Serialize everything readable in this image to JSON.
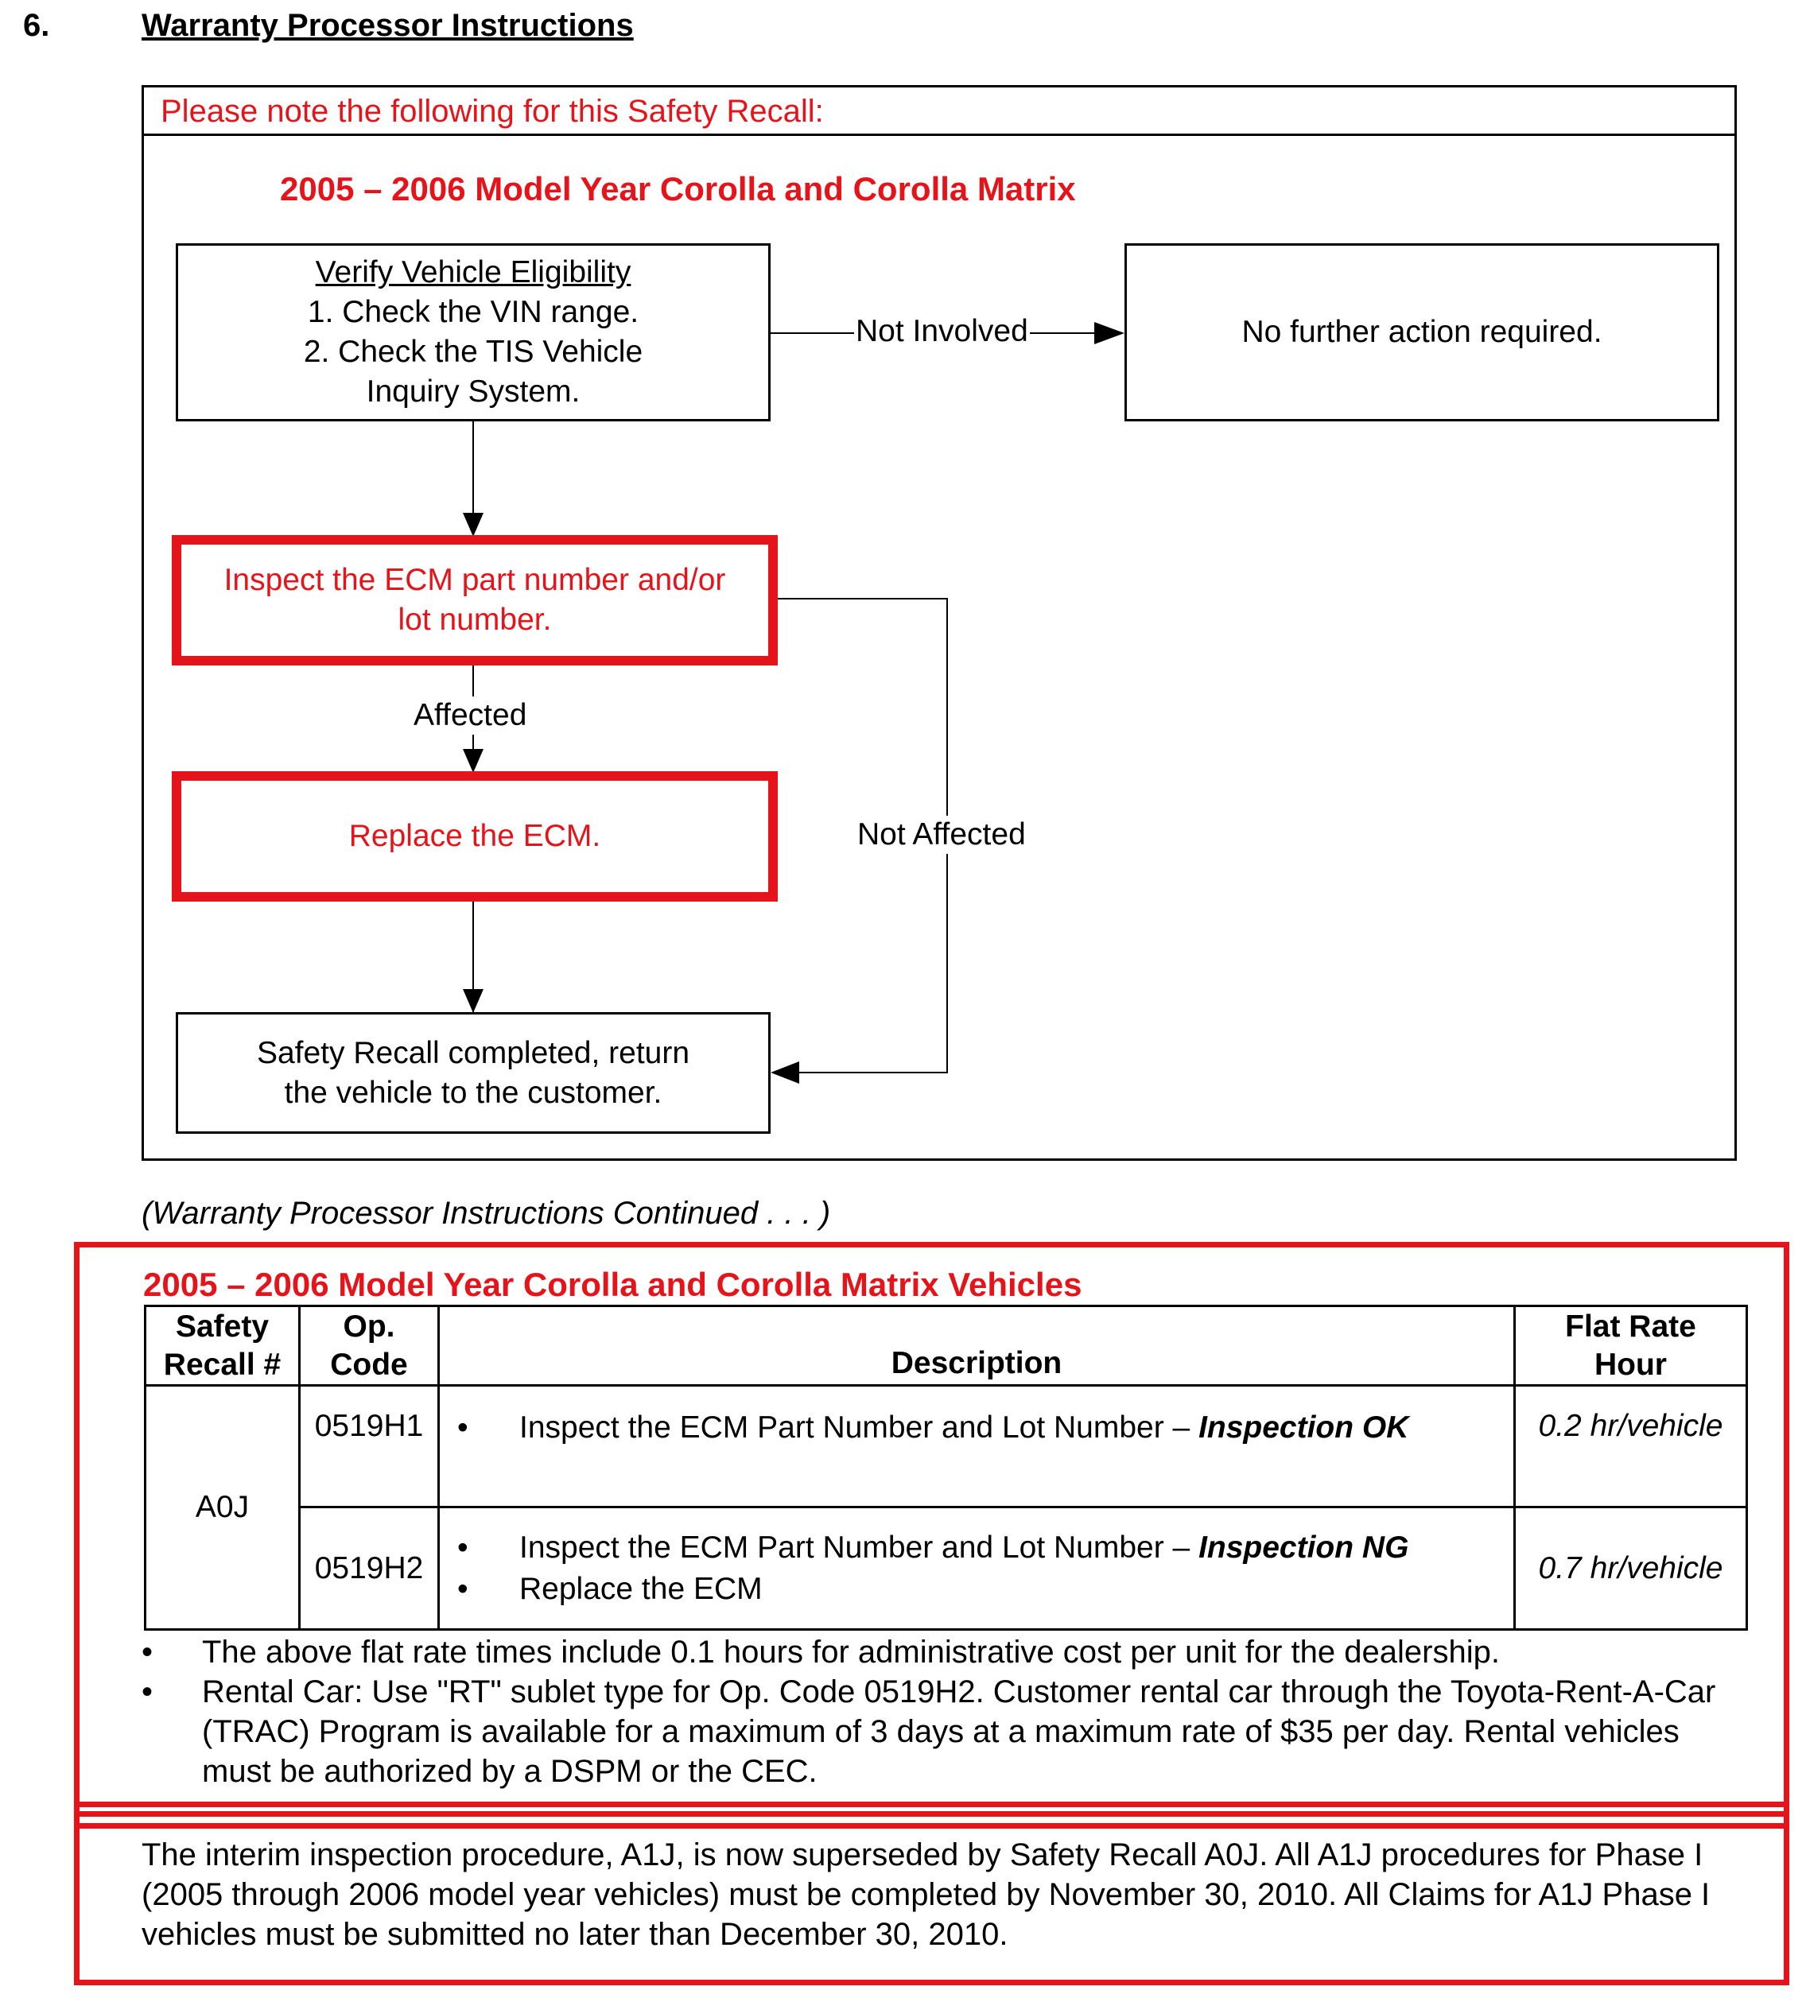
{
  "section": {
    "number": "6.",
    "title": "Warranty Processor Instructions"
  },
  "flow": {
    "note": "Please note the following for this Safety Recall:",
    "heading": "2005 – 2006 Model Year Corolla and Corolla Matrix",
    "verify": {
      "title": "Verify Vehicle Eligibility",
      "line1": "1. Check the VIN range.",
      "line2": "2. Check the TIS Vehicle",
      "line3": "Inquiry System."
    },
    "not_involved_label": "Not Involved",
    "no_action": "No further action required.",
    "inspect": {
      "line1": "Inspect the ECM part number and/or",
      "line2": "lot number."
    },
    "affected_label": "Affected",
    "replace": "Replace the ECM.",
    "not_affected_label": "Not Affected",
    "completed": {
      "line1": "Safety Recall completed, return",
      "line2": "the vehicle to the customer."
    }
  },
  "continued": "(Warranty Processor Instructions Continued . . . )",
  "table": {
    "heading": "2005 – 2006 Model Year Corolla and Corolla Matrix Vehicles",
    "headers": {
      "recall_1": "Safety",
      "recall_2": "Recall #",
      "op_1": "Op.",
      "op_2": "Code",
      "desc": "Description",
      "rate_1": "Flat Rate",
      "rate_2": "Hour"
    },
    "recall_no": "A0J",
    "rows": [
      {
        "code": "0519H1",
        "desc": "Inspect the ECM Part Number and Lot Number – ",
        "desc_emph": "Inspection OK",
        "rate": "0.2 hr/vehicle"
      },
      {
        "code": "0519H2",
        "desc": "Inspect the ECM Part Number and Lot Number – ",
        "desc_emph": "Inspection NG",
        "desc2": "Replace the ECM",
        "rate": "0.7 hr/vehicle"
      }
    ],
    "bullet_symbol": "•",
    "notes": [
      "The above flat rate times include 0.1 hours for administrative cost per unit for the dealership.",
      "Rental Car:  Use \"RT\" sublet type for Op. Code 0519H2.  Customer rental car through the Toyota-Rent-A-Car (TRAC) Program is available for a maximum of 3 days at a maximum rate of $35 per day.  Rental vehicles must be authorized by a DSPM or the CEC."
    ]
  },
  "interim": "The interim inspection procedure, A1J, is now superseded by Safety Recall A0J.  All A1J procedures for Phase I (2005 through 2006 model year vehicles) must be completed by November 30, 2010.  All Claims for A1J Phase I vehicles must be submitted no later than December 30, 2010.",
  "colors": {
    "accent_red": "#e5141a",
    "text": "#000000"
  }
}
